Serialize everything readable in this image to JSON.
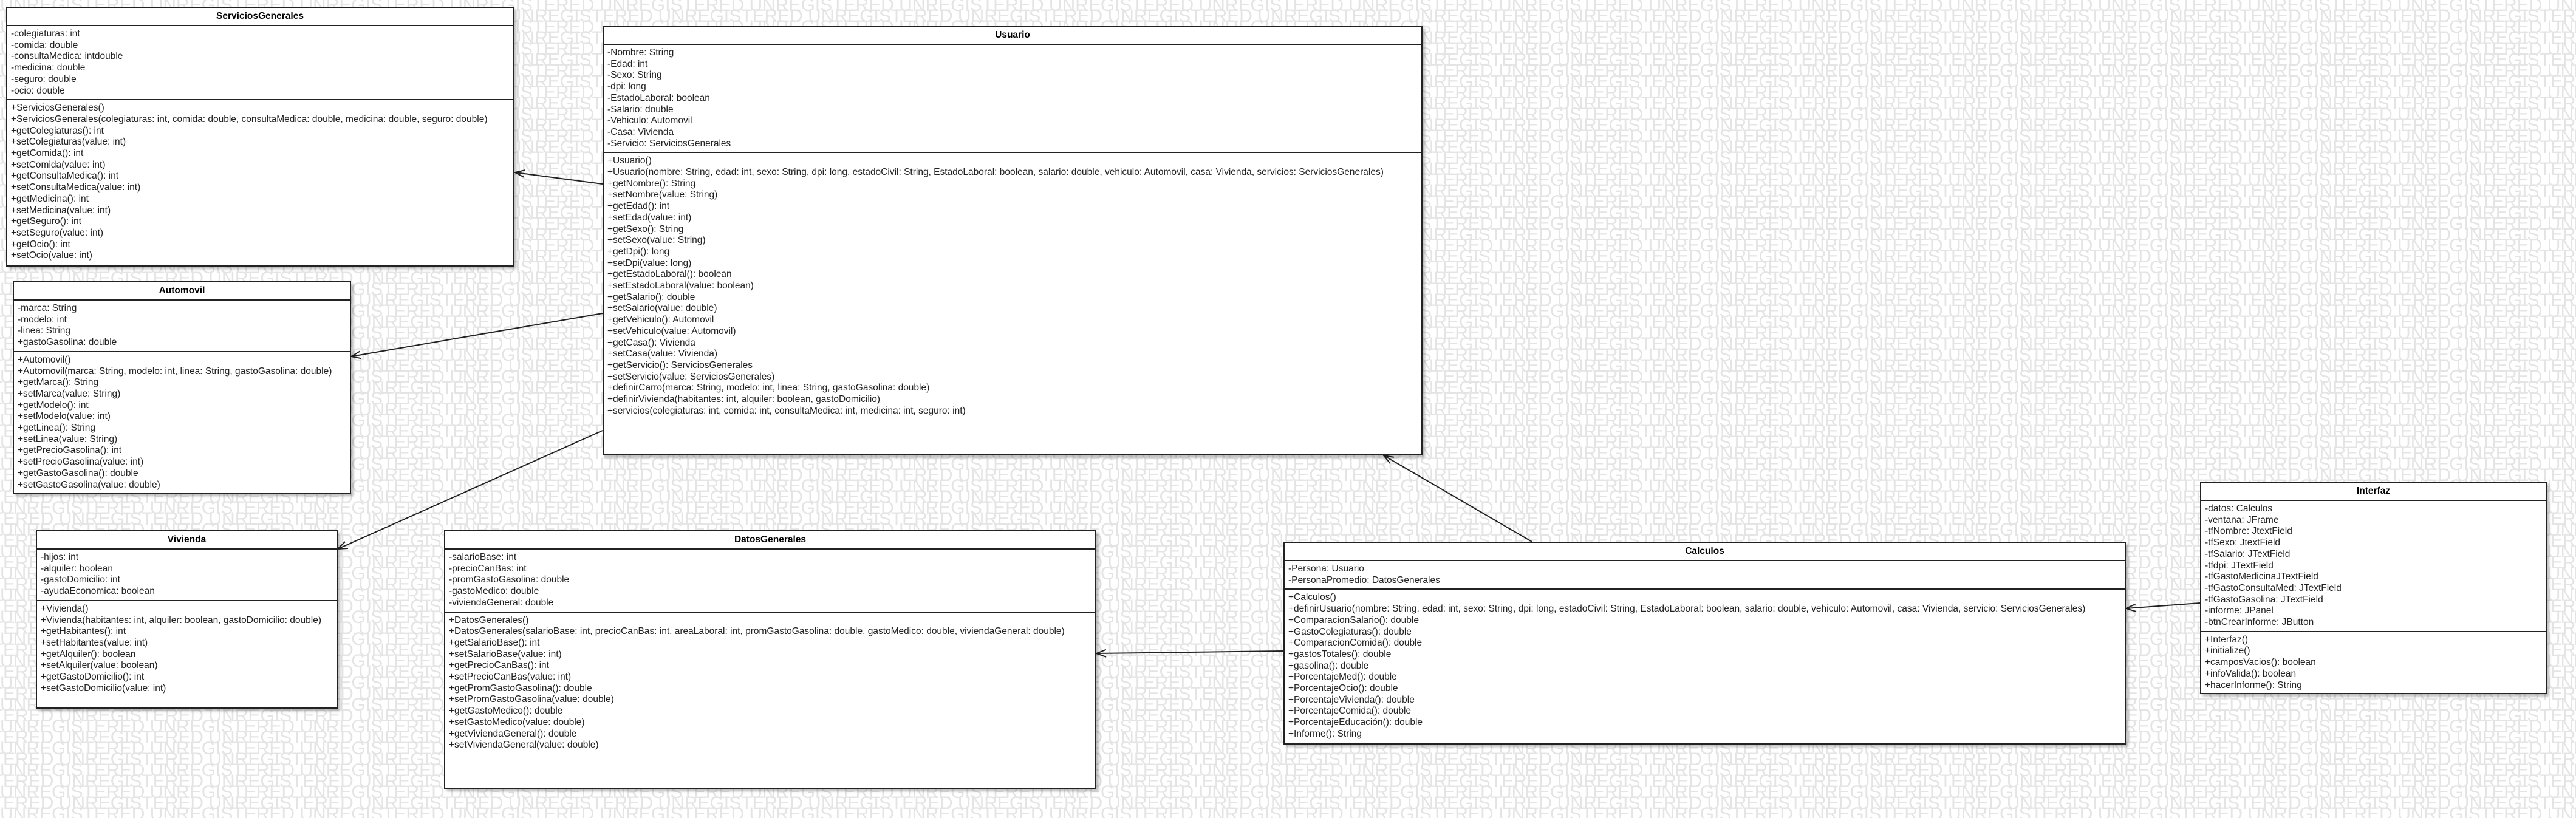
{
  "watermark": "UNREGISTERED",
  "classes": {
    "servicios": {
      "name": "ServiciosGenerales",
      "attributes": [
        "-colegiaturas: int",
        "-comida: double",
        "-consultaMedica: intdouble",
        "-medicina: double",
        "-seguro: double",
        "-ocio: double"
      ],
      "methods": [
        "+ServiciosGenerales()",
        "+ServiciosGenerales(colegiaturas: int, comida: double, consultaMedica: double, medicina: double, seguro: double)",
        "+getColegiaturas(): int",
        "+setColegiaturas(value: int)",
        "+getComida(): int",
        "+setComida(value: int)",
        "+getConsultaMedica(): int",
        "+setConsultaMedica(value: int)",
        "+getMedicina(): int",
        "+setMedicina(value: int)",
        "+getSeguro(): int",
        "+setSeguro(value: int)",
        "+getOcio(): int",
        "+setOcio(value: int)"
      ]
    },
    "usuario": {
      "name": "Usuario",
      "attributes": [
        "-Nombre: String",
        "-Edad: int",
        "-Sexo: String",
        "-dpi: long",
        "-EstadoLaboral: boolean",
        "-Salario: double",
        "-Vehiculo: Automovil",
        "-Casa: Vivienda",
        "-Servicio: ServiciosGenerales"
      ],
      "methods": [
        "+Usuario()",
        "+Usuario(nombre: String, edad: int, sexo: String, dpi: long, estadoCivil: String, EstadoLaboral: boolean, salario: double, vehiculo: Automovil, casa: Vivienda, servicios: ServiciosGenerales)",
        "+getNombre(): String",
        "+setNombre(value: String)",
        "+getEdad(): int",
        "+setEdad(value: int)",
        "+getSexo(): String",
        "+setSexo(value: String)",
        "+getDpi(): long",
        "+setDpi(value: long)",
        "+getEstadoLaboral(): boolean",
        "+setEstadoLaboral(value: boolean)",
        "+getSalario(): double",
        "+setSalario(value: double)",
        "+getVehiculo(): Automovil",
        "+setVehiculo(value: Automovil)",
        "+getCasa(): Vivienda",
        "+setCasa(value: Vivienda)",
        "+getServicio(): ServiciosGenerales",
        "+setServicio(value: ServiciosGenerales)",
        "+definirCarro(marca: String, modelo: int, linea: String, gastoGasolina: double)",
        "+definirVivienda(habitantes: int, alquiler: boolean, gastoDomicilio)",
        "+servicios(colegiaturas: int, comida: int, consultaMedica: int, medicina: int, seguro: int)"
      ]
    },
    "automovil": {
      "name": "Automovil",
      "attributes": [
        "-marca: String",
        "-modelo: int",
        "-linea: String",
        "+gastoGasolina: double"
      ],
      "methods": [
        "+Automovil()",
        "+Automovil(marca: String, modelo: int, linea: String, gastoGasolina: double)",
        "+getMarca(): String",
        "+setMarca(value: String)",
        "+getModelo(): int",
        "+setModelo(value: int)",
        "+getLinea(): String",
        "+setLinea(value: String)",
        "+getPrecioGasolina(): int",
        "+setPrecioGasolina(value: int)",
        "+getGastoGasolina(): double",
        "+setGastoGasolina(value: double)"
      ]
    },
    "vivienda": {
      "name": "Vivienda",
      "attributes": [
        "-hijos: int",
        "-alquiler: boolean",
        "-gastoDomicilio: int",
        "-ayudaEconomica: boolean"
      ],
      "methods": [
        "+Vivienda()",
        "+Vivienda(habitantes: int, alquiler: boolean, gastoDomicilio: double)",
        "+getHabitantes(): int",
        "+setHabitantes(value: int)",
        "+getAlquiler(): boolean",
        "+setAlquiler(value: boolean)",
        "+getGastoDomicilio(): int",
        "+setGastoDomicilio(value: int)"
      ]
    },
    "datos": {
      "name": "DatosGenerales",
      "attributes": [
        "-salarioBase: int",
        "-precioCanBas: int",
        "-promGastoGasolina: double",
        "-gastoMedico: double",
        "-viviendaGeneral: double"
      ],
      "methods": [
        "+DatosGenerales()",
        "+DatosGenerales(salarioBase: int, precioCanBas: int, areaLaboral: int, promGastoGasolina: double, gastoMedico: double, viviendaGeneral: double)",
        "+getSalarioBase(): int",
        "+setSalarioBase(value: int)",
        "+getPrecioCanBas(): int",
        "+setPrecioCanBas(value: int)",
        "+getPromGastoGasolina(): double",
        "+setPromGastoGasolina(value: double)",
        "+getGastoMedico(): double",
        "+setGastoMedico(value: double)",
        "+getViviendaGeneral(): double",
        "+setViviendaGeneral(value: double)"
      ]
    },
    "calculos": {
      "name": "Calculos",
      "attributes": [
        "-Persona: Usuario",
        "-PersonaPromedio: DatosGenerales"
      ],
      "methods": [
        "+Calculos()",
        "+definirUsuario(nombre: String, edad: int, sexo: String, dpi: long, estadoCivil: String, EstadoLaboral: boolean, salario: double, vehiculo: Automovil, casa: Vivienda, servicio: ServiciosGenerales)",
        "+ComparacionSalario(): double",
        "+GastoColegiaturas(): double",
        "+ComparacionComida(): double",
        "+gastosTotales(): double",
        "+gasolina(): double",
        "+PorcentajeMed(): double",
        "+PorcentajeOcio(): double",
        "+PorcentajeVivienda(): double",
        "+PorcentajeComida(): double",
        "+PorcentajeEducación(): double",
        "+Informe(): String"
      ]
    },
    "interfaz": {
      "name": "Interfaz",
      "attributes": [
        "-datos: Calculos",
        "-ventana: JFrame",
        "-tfNombre: JtextField",
        "-tfSexo: JtextField",
        "-tfSalario: JTextField",
        "-tfdpi: JTextField",
        "-tfGastoMedicinaJTextField",
        "-tfGastoConsultaMed: JTextField",
        "-tfGastoGasolina: JTextField",
        "-informe: JPanel",
        "-btnCrearInforme: JButton"
      ],
      "methods": [
        "+Interfaz()",
        "+initialize()",
        "+camposVacios(): boolean",
        "+infoValida(): boolean",
        "+hacerInforme(): String"
      ]
    }
  }
}
